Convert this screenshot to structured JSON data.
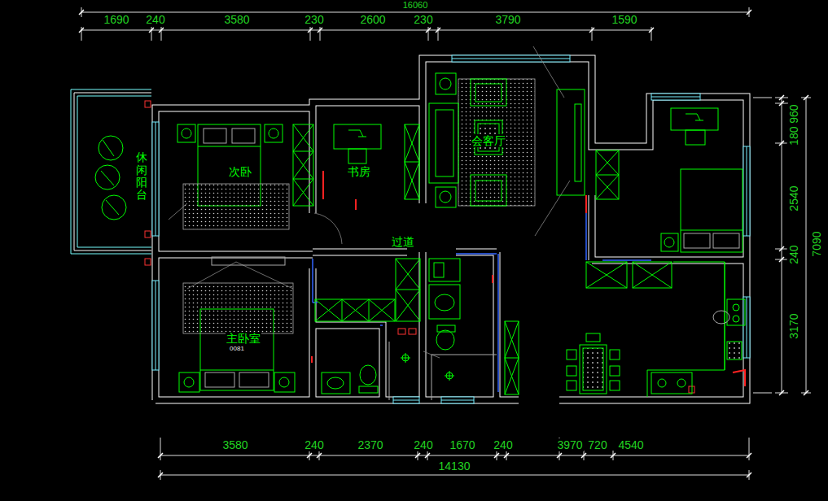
{
  "diagram": {
    "labels": [
      "16060",
      "1690",
      "240",
      "3580",
      "230",
      "2600",
      "230",
      "3790",
      "1590",
      "休闲阳台",
      "次卧",
      "书房",
      "会客厅",
      "过道",
      "主卧室",
      "0081",
      "180",
      "960",
      "2540",
      "240",
      "3170",
      "7090",
      "3580",
      "240",
      "2370",
      "240",
      "1670",
      "240",
      "3970",
      "720",
      "4540",
      "14130"
    ]
  }
}
